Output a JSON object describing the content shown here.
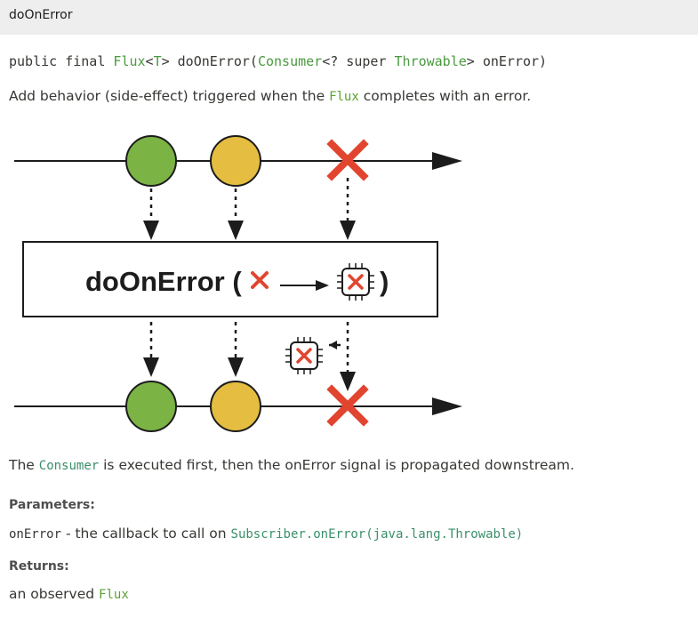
{
  "header": {
    "title": "doOnError"
  },
  "signature": {
    "prefix": "public final ",
    "flux": "Flux",
    "lt": "<",
    "t": "T",
    "gt": "> doOnError(",
    "consumer": "Consumer",
    "mid": "<? super ",
    "throwable": "Throwable",
    "suffix": "> onError)"
  },
  "description": {
    "before": "Add behavior (side-effect) triggered when the ",
    "code": "Flux",
    "after": " completes with an error."
  },
  "diagram": {
    "operator_text": "doOnError (",
    "operator_close": ")",
    "colors": {
      "green_marble": "#7bb344",
      "yellow_marble": "#e4bd41",
      "error_red": "#e2452f",
      "stroke": "#1c1c1c"
    },
    "icons": [
      "error-x-icon",
      "consumer-chip-icon",
      "arrow-right-icon"
    ]
  },
  "note": {
    "before": "The ",
    "code": "Consumer",
    "after": " is executed first, then the onError signal is propagated downstream."
  },
  "parameters": {
    "label": "Parameters:",
    "name": "onError",
    "sep": " - the callback to call on ",
    "link": "Subscriber.onError(java.lang.Throwable)"
  },
  "returns": {
    "label": "Returns:",
    "text": "an observed ",
    "code": "Flux"
  }
}
